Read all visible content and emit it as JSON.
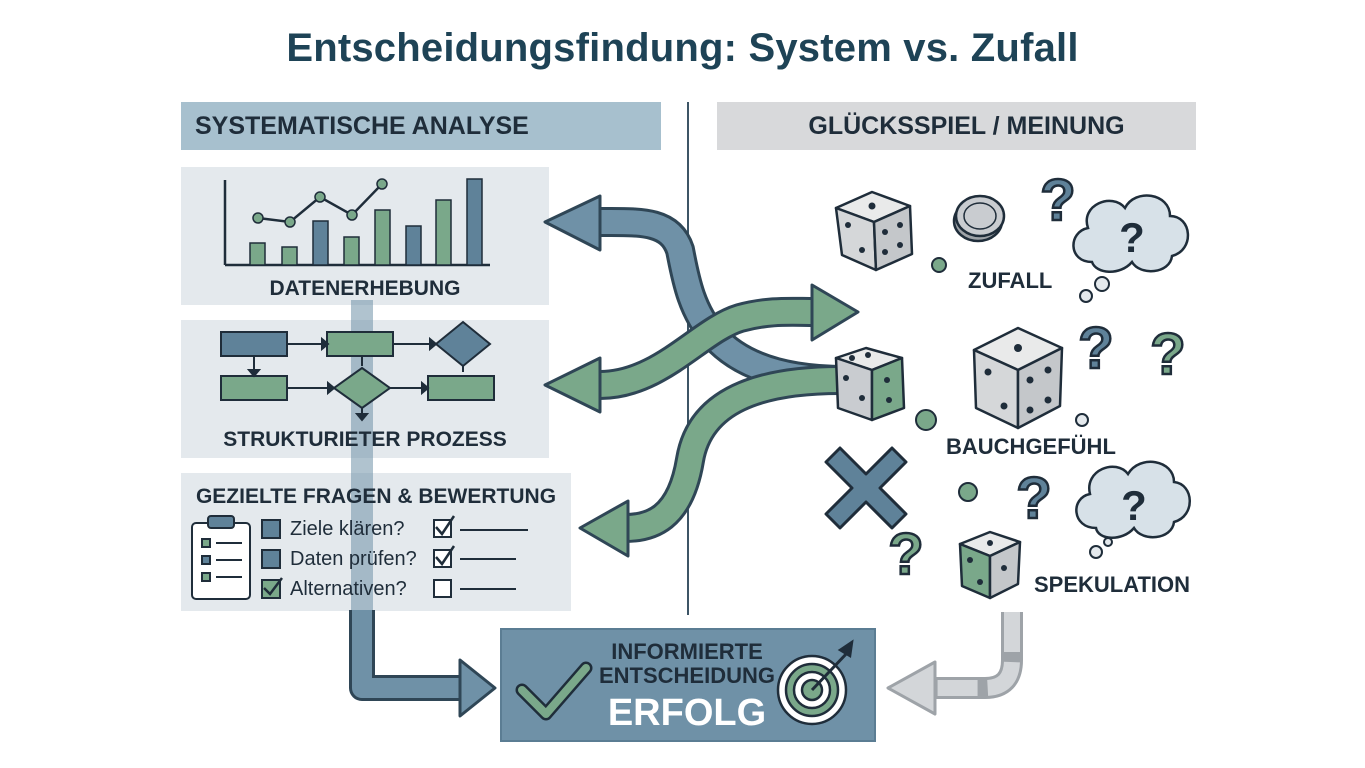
{
  "title": "Entscheidungsfindung: System vs. Zufall",
  "left": {
    "header": "SYSTEMATISCHE ANALYSE",
    "panel1_label": "DATENERHEBUNG",
    "panel2_label": "STRUKTURIETER PROZESS",
    "panel3_label": "GEZIELTE FRAGEN & BEWERTUNG",
    "questions": [
      "Ziele klären?",
      "Daten prüfen?",
      "Alternativen?"
    ]
  },
  "right": {
    "header": "GLÜCKSSPIEL / MEINUNG",
    "labels": [
      "ZUFALL",
      "BAUCHGEFÜHL",
      "SPEKULATION"
    ]
  },
  "result": {
    "line1": "INFORMIERTE",
    "line2": "ENTSCHEIDUNG",
    "line3": "ERFOLG"
  },
  "colors": {
    "blue": "#5f8299",
    "green": "#7aa88a",
    "grey": "#c9ccd0",
    "dark": "#1f2d3a"
  }
}
